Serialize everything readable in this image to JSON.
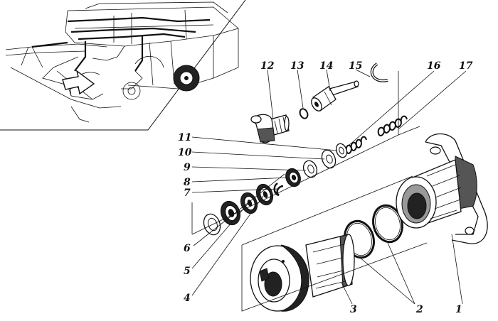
{
  "callouts": [
    {
      "n": "1"
    },
    {
      "n": "2"
    },
    {
      "n": "3"
    },
    {
      "n": "4"
    },
    {
      "n": "5"
    },
    {
      "n": "6"
    },
    {
      "n": "7"
    },
    {
      "n": "8"
    },
    {
      "n": "9"
    },
    {
      "n": "10"
    },
    {
      "n": "11"
    },
    {
      "n": "12"
    },
    {
      "n": "13"
    },
    {
      "n": "14"
    },
    {
      "n": "15"
    },
    {
      "n": "16"
    },
    {
      "n": "17"
    }
  ],
  "palette": {
    "ink": "#111111",
    "paper": "#ffffff"
  }
}
